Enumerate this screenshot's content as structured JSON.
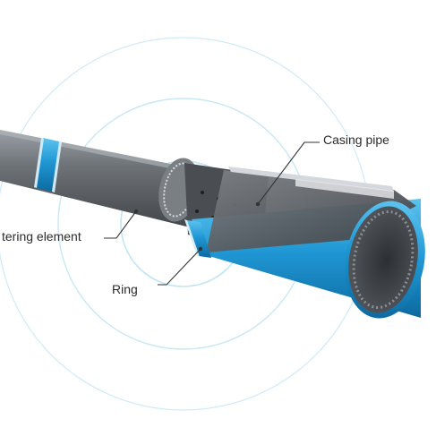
{
  "labels": {
    "casing_pipe": "Casing pipe",
    "filtering_element": "tering element",
    "ring": "Ring"
  },
  "colors": {
    "pipe_gray": "#5f6266",
    "pipe_gray_light": "#8a8e93",
    "pipe_blue": "#1f97d4",
    "ring_blue": "#2aa3de",
    "halo": "#b9e2f3",
    "leader": "#333333"
  }
}
